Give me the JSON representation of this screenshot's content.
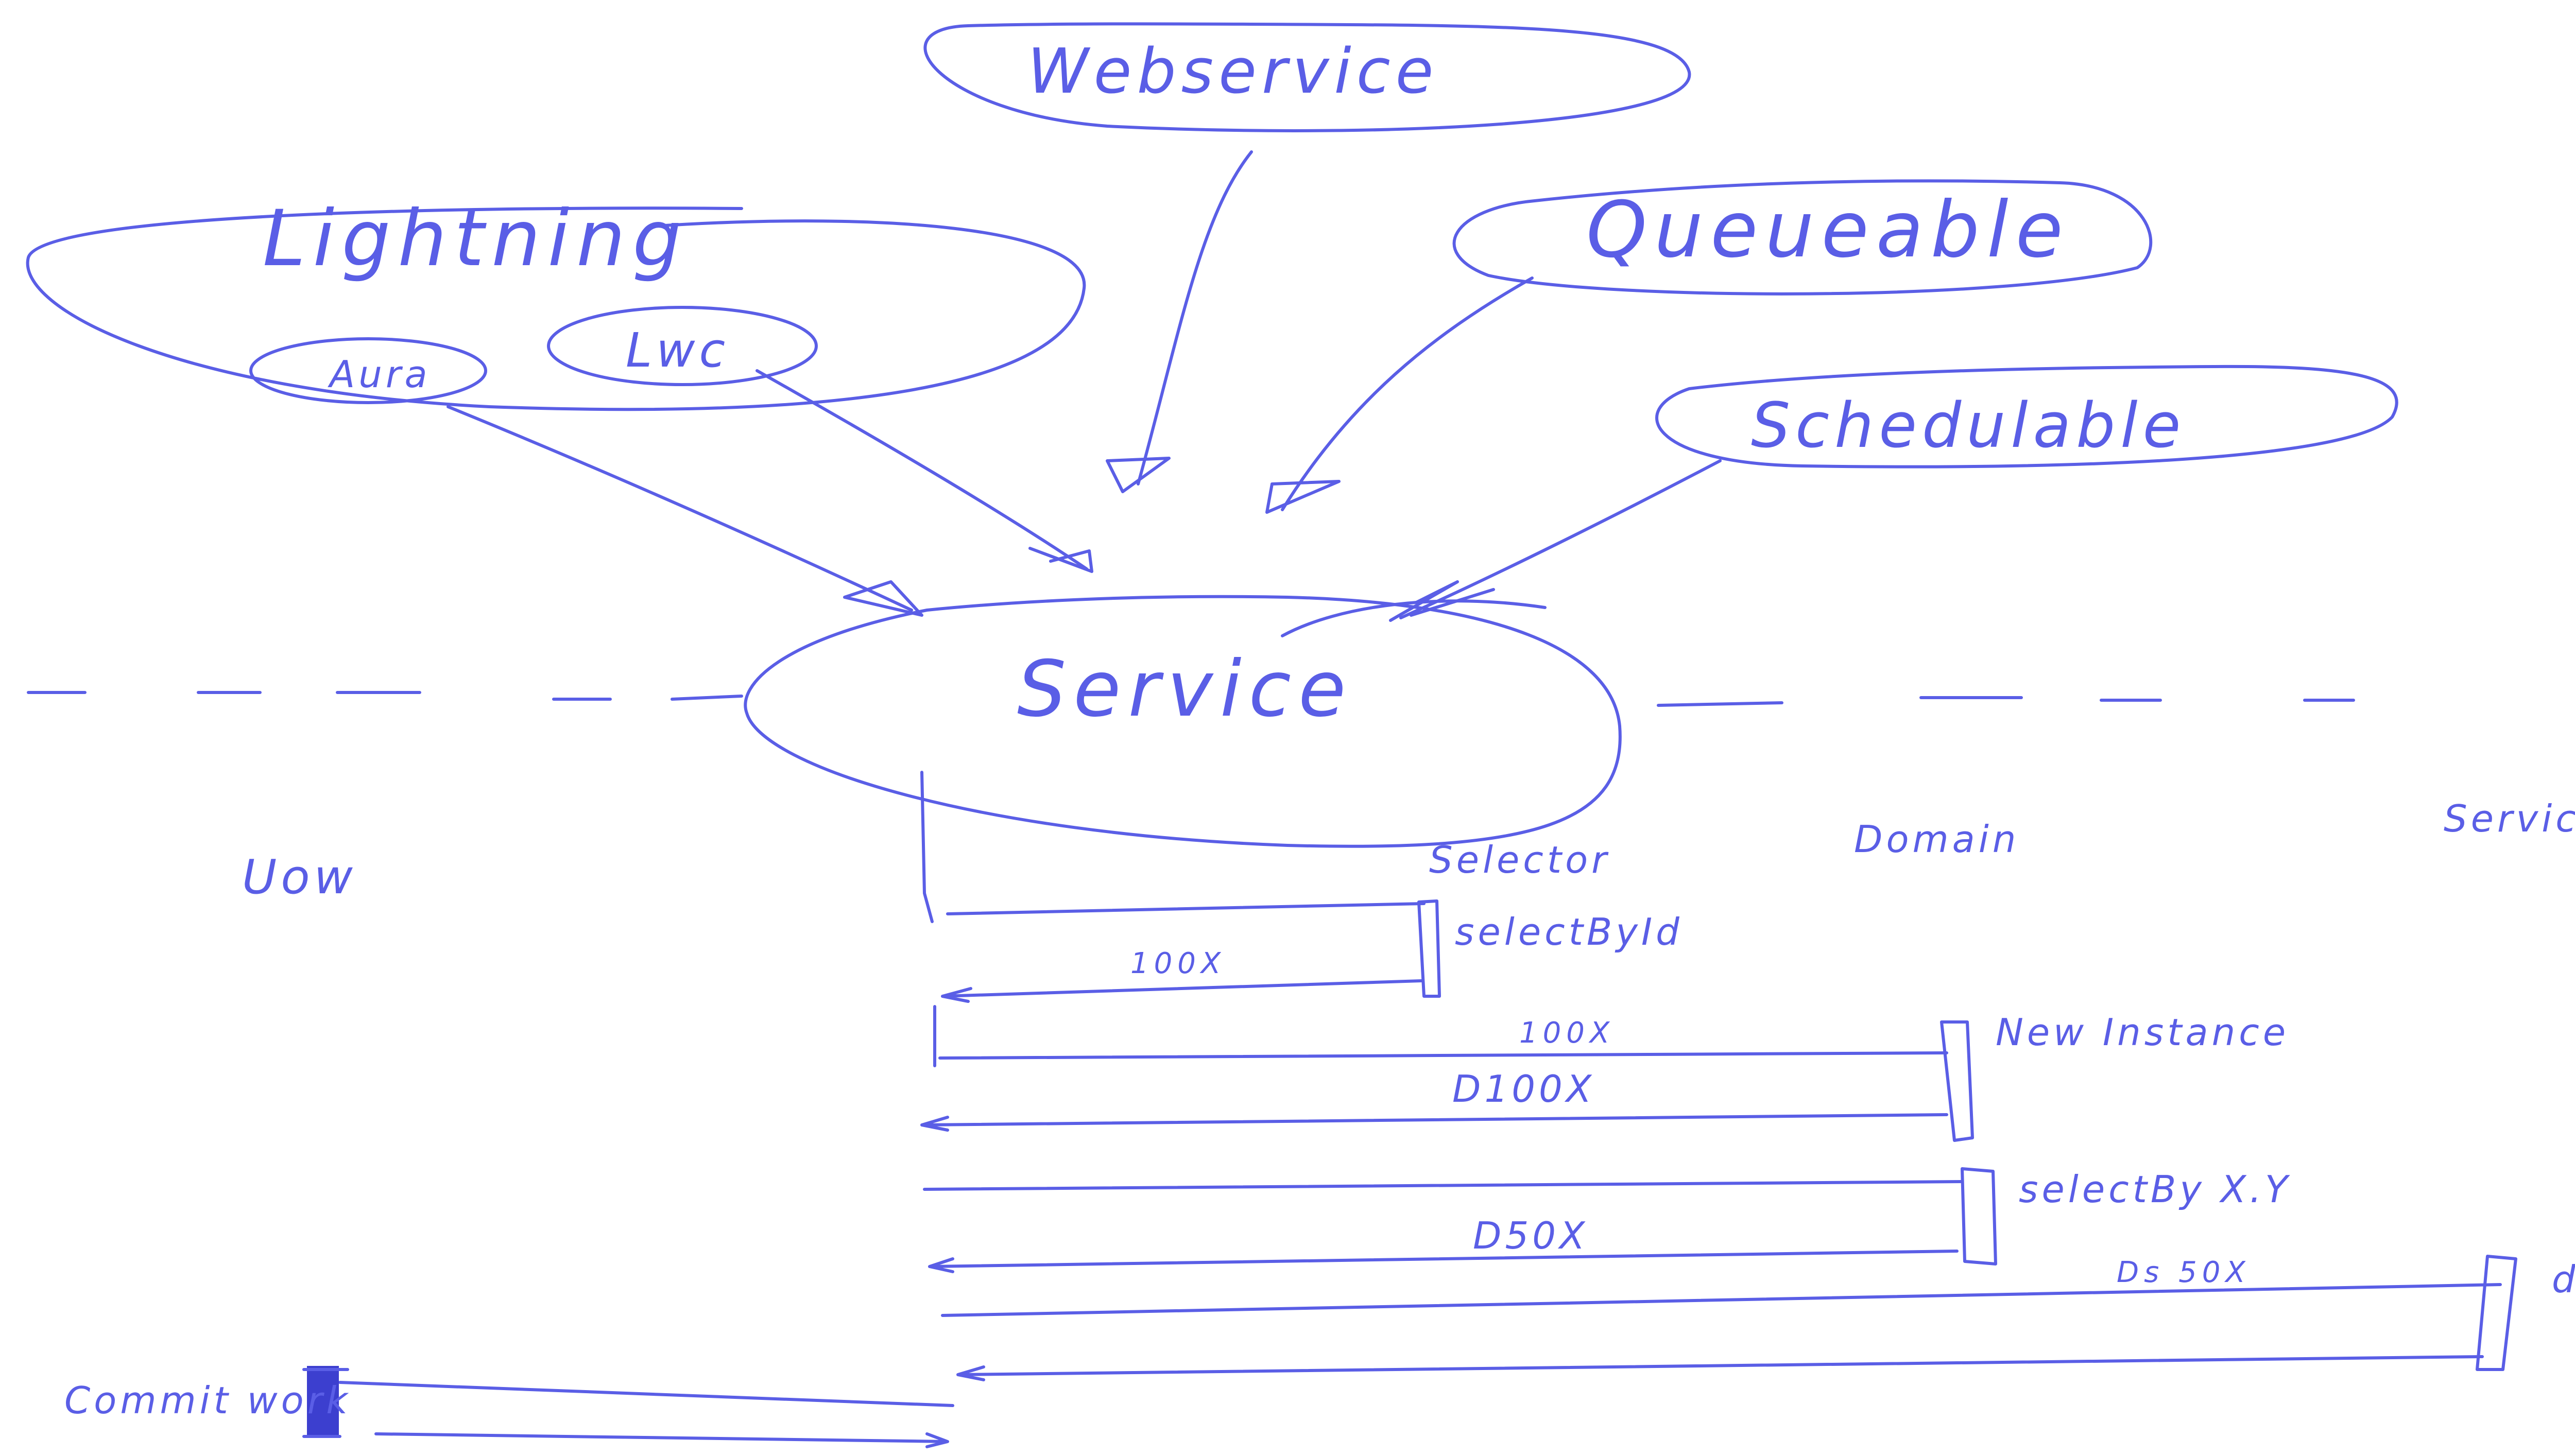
{
  "nodes": {
    "webservice": "Webservice",
    "lightning": "Lightning",
    "aura": "Aura",
    "lwc": "Lwc",
    "queueable": "Queueable",
    "schedulable": "Schedulable",
    "service": "Service"
  },
  "columns": {
    "uow": "Uow",
    "selector": "Selector",
    "domain": "Domain",
    "service": "Service"
  },
  "messages": {
    "select_by_id": "selectById",
    "select_by_id_return": "100X",
    "new_instance_call": "100X",
    "new_instance": "New Instance",
    "new_instance_return": "D100X",
    "select_by_xy": "selectBy X.Y",
    "select_by_xy_return": "D50X",
    "do_x_call": "Ds 50X",
    "do_x": "doX",
    "commit_work": "Commit work"
  },
  "ink_color": "#5a5ee6"
}
